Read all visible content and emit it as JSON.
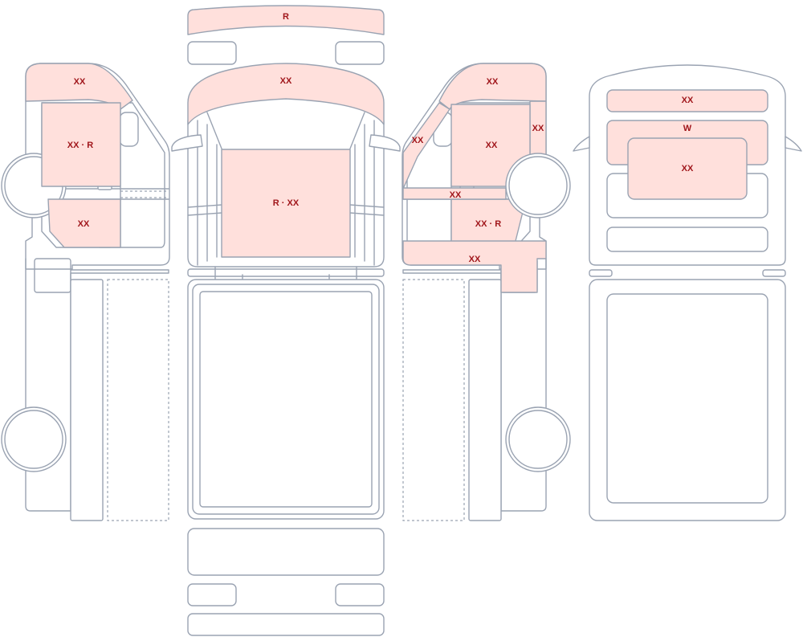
{
  "colors": {
    "damage_fill": "#ffe0dc",
    "label_text": "#a0161b",
    "outline": "#9aa3b2"
  },
  "labels": {
    "roof_front": "R",
    "left_upper": "XX",
    "left_front_door": "XX · R",
    "left_lower": "XX",
    "front_hood": "XX",
    "windshield": "R · XX",
    "right_upper": "XX",
    "right_pillar": "XX",
    "right_fender": "XX",
    "right_door_mid": "XX",
    "right_door_lower": "XX · R",
    "right_side_mid": "XX",
    "right_sill": "XX",
    "rear_top": "XX",
    "rear_window": "W",
    "rear_door": "XX"
  }
}
